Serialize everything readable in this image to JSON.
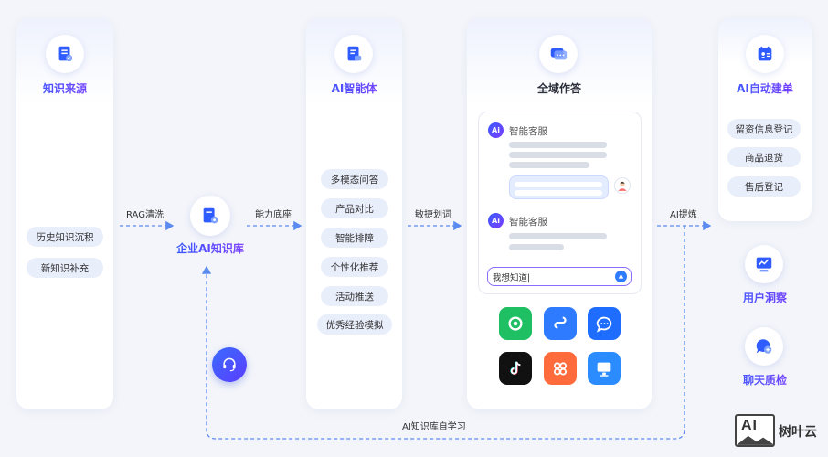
{
  "sources": {
    "title": "知识来源",
    "icon": "document-check-icon",
    "items": [
      "历史知识沉积",
      "新知识补充"
    ]
  },
  "flow": {
    "rag_label": "RAG清洗",
    "base_label": "能力底座",
    "keyword_label": "敏捷划词",
    "extract_label": "AI提炼",
    "self_learn_label": "AI知识库自学习"
  },
  "knowledge_base": {
    "title": "企业AI知识库",
    "icon": "document-gear-icon",
    "support_icon": "headset-icon"
  },
  "agent": {
    "title": "AI智能体",
    "icon": "document-chat-icon",
    "items": [
      "多模态问答",
      "产品对比",
      "智能排障",
      "个性化推荐",
      "活动推送",
      "优秀经验模拟"
    ]
  },
  "omni": {
    "title": "全域作答",
    "icon": "chat-bubbles-icon",
    "bot_name_1": "智能客服",
    "bot_name_2": "智能客服",
    "bot_badge": "Ai",
    "input_text": "我想知道|",
    "apps": [
      {
        "name": "green-swirl-app-icon",
        "color": "#1fbf63"
      },
      {
        "name": "link-app-icon",
        "color": "#2e7bff"
      },
      {
        "name": "chat-app-icon",
        "color": "#1e6dff"
      },
      {
        "name": "tiktok-app-icon",
        "color": "#111111"
      },
      {
        "name": "people-app-icon",
        "color": "#ff6b3d"
      },
      {
        "name": "monitor-app-icon",
        "color": "#2b8cff"
      }
    ]
  },
  "auto": {
    "title": "AI自动建单",
    "icon": "calendar-person-icon",
    "items": [
      "留资信息登记",
      "商品退货",
      "售后登记"
    ]
  },
  "insight": {
    "title": "用户洞察",
    "icon": "monitor-chart-icon"
  },
  "qc": {
    "title": "聊天质检",
    "icon": "chat-settings-icon"
  },
  "brand": {
    "logo_text": "AI",
    "name": "树叶云"
  },
  "colors": {
    "accent": "#2f5cff",
    "accent2": "#8a3cff",
    "dash": "#5b8bf0"
  }
}
